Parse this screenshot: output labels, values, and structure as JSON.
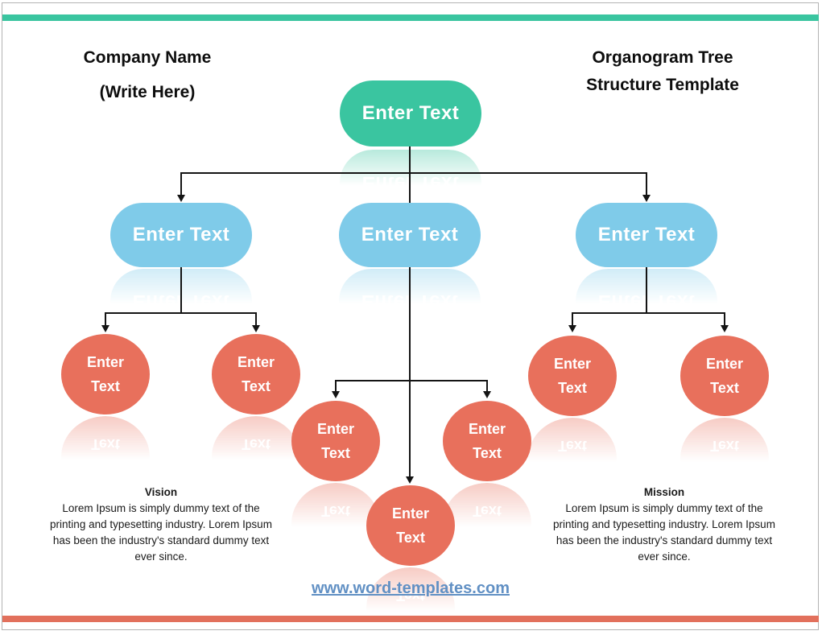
{
  "header": {
    "company_name": "Company Name",
    "company_note": "(Write Here)",
    "title_line1": "Organogram Tree",
    "title_line2": "Structure Template"
  },
  "colors": {
    "top_bar": "#3AC5A0",
    "bottom_bar": "#E2705C",
    "root_node": "#3AC5A0",
    "level2_node": "#7FCBE9",
    "leaf_node": "#E8705C",
    "link": "#6190C4"
  },
  "orgchart": {
    "root": {
      "label": "Enter Text"
    },
    "level2": [
      {
        "label": "Enter Text"
      },
      {
        "label": "Enter Text"
      },
      {
        "label": "Enter Text"
      }
    ],
    "leaves": [
      {
        "label": "Enter Text"
      },
      {
        "label": "Enter Text"
      },
      {
        "label": "Enter Text"
      },
      {
        "label": "Enter Text"
      },
      {
        "label": "Enter Text"
      },
      {
        "label": "Enter Text"
      },
      {
        "label": "Enter Text"
      }
    ]
  },
  "sections": {
    "vision": {
      "title": "Vision",
      "body": "Lorem Ipsum is simply dummy text of the printing and typesetting industry. Lorem Ipsum has been the industry's standard dummy text ever since."
    },
    "mission": {
      "title": "Mission",
      "body": "Lorem Ipsum is simply dummy text of the printing and typesetting industry. Lorem Ipsum has been the industry's standard dummy text ever since."
    }
  },
  "footer": {
    "link_text": "www.word-templates.com"
  }
}
